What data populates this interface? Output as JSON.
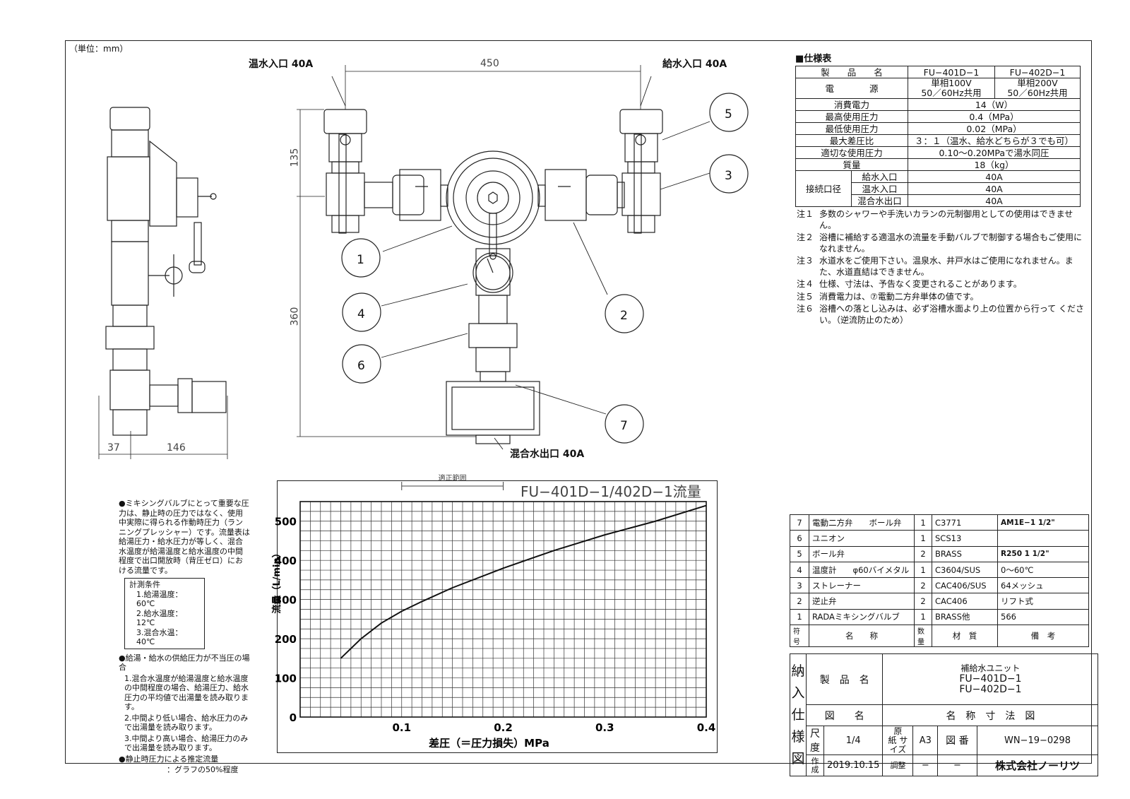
{
  "unit_label": "（単位：mm）",
  "drawing": {
    "hot_inlet": "温水入口 40A",
    "cold_inlet": "給水入口 40A",
    "mixed_outlet": "混合水出口 40A",
    "dim_450": "450",
    "dim_135": "135",
    "dim_360": "360",
    "dim_37": "37",
    "dim_146": "146",
    "balloons": [
      "1",
      "2",
      "3",
      "4",
      "5",
      "6",
      "7"
    ]
  },
  "spec": {
    "title": "■仕様表",
    "header": [
      "製　　品　　名",
      "FU−401D−1",
      "FU−402D−1"
    ],
    "power_label": "電　　　　源",
    "power_401": [
      "単相100V",
      "50／60Hz共用"
    ],
    "power_402": [
      "単相200V",
      "50／60Hz共用"
    ],
    "rows": [
      {
        "label": "消費電力",
        "value": "14（W）"
      },
      {
        "label": "最高使用圧力",
        "value": "0.4（MPa）"
      },
      {
        "label": "最低使用圧力",
        "value": "0.02（MPa）"
      },
      {
        "label": "最大差圧比",
        "value": "３：１（温水、給水どちらが３でも可）"
      },
      {
        "label": "適切な使用圧力",
        "value": "0.10〜0.20MPaで湯水同圧"
      },
      {
        "label": "質量",
        "value": "18（kg）"
      }
    ],
    "conn_label": "接続口径",
    "conn_rows": [
      {
        "label": "給水入口",
        "value": "40A"
      },
      {
        "label": "温水入口",
        "value": "40A"
      },
      {
        "label": "混合水出口",
        "value": "40A"
      }
    ]
  },
  "notes": [
    {
      "k": "注１",
      "t": "多数のシャワーや手洗いカランの元制御用としての使用はできません。"
    },
    {
      "k": "注２",
      "t": "浴槽に補給する適温水の流量を手動バルブで制御する場合もご使用になれません。"
    },
    {
      "k": "注３",
      "t": "水道水をご使用下さい。温泉水、井戸水はご使用になれません。また、水道直結はできません。"
    },
    {
      "k": "注４",
      "t": "仕様、寸法は、予告なく変更されることがあります。"
    },
    {
      "k": "注５",
      "t": "消費電力は、⑦電動二方弁単体の値です。"
    },
    {
      "k": "注６",
      "t": "浴槽への落とし込みは、必ず浴槽水面より上の位置から行って ください。（逆流防止のため）"
    }
  ],
  "parts": {
    "rows": [
      [
        "7",
        "電動二方弁　　ボール弁",
        "1",
        "C3771",
        "AM1E−1 1/2\""
      ],
      [
        "6",
        "ユニオン",
        "1",
        "SCS13",
        ""
      ],
      [
        "5",
        "ボール弁",
        "2",
        "BRASS",
        "R250 1 1/2\""
      ],
      [
        "4",
        "温度計　　φ60バイメタル",
        "1",
        "C3604/SUS",
        "0〜60℃"
      ],
      [
        "3",
        "ストレーナー",
        "2",
        "CAC406/SUS",
        "64メッシュ"
      ],
      [
        "2",
        "逆止弁",
        "2",
        "CAC406",
        "リフト式"
      ],
      [
        "1",
        "RADAミキシングバルブ",
        "1",
        "BRASS他",
        "566"
      ]
    ],
    "header": [
      "符号",
      "名　　称",
      "数量",
      "材　質",
      "備　考"
    ]
  },
  "title_block": {
    "side": [
      "納",
      "入",
      "仕",
      "様",
      "図"
    ],
    "product_name_label": "製　品　名",
    "product_type": "補給水ユニット",
    "product_models": [
      "FU−401D−1",
      "FU−402D−1"
    ],
    "drawing_name_label": "図　　名",
    "drawing_name": "名　称　寸　法　図",
    "scale_label": "尺 度",
    "scale": "1/4",
    "paper_label": "原　紙 サイズ",
    "paper": "A3",
    "drawing_no_label": "図 番",
    "drawing_no": "WN−19−0298",
    "created_label": "作成",
    "created": "2019.10.15",
    "adjusted_label": "調整",
    "adjusted": "−",
    "dash": "−",
    "company": "株式会社ノーリツ"
  },
  "left_notes": {
    "p1": "●ミキシングバルブにとって重要な圧力は、静止時の圧力ではなく、使用中実際に得られる作動時圧力（ランニングプレッシャー）です。流量表は給湯圧力・給水圧力が等しく、混合水温度が給湯温度と給水温度の中間程度で出口開放時（背圧ゼロ）における流量です。",
    "cond_title": "計測条件",
    "cond": [
      "1.給湯温度：60℃",
      "2.給水温度：12℃",
      "3.混合水温：40℃"
    ],
    "p2": "●給湯・給水の供給圧力が不当圧の場合",
    "p2_items": [
      "1.混合水温度が給湯温度と給水温度の中間程度の場合、給湯圧力、給水圧力の平均値で出湯量を読み取ります。",
      "2.中間より低い場合、給水圧力のみで出湯量を読み取ります。",
      "3.中間より高い場合、給湯圧力のみで出湯量を読み取ります。"
    ],
    "p3": "●静止時圧力による推定流量",
    "p3_sub": "：グラフの50%程度"
  },
  "chart_data": {
    "type": "line",
    "title": "FU−401D−1/402D−1流量",
    "xlabel": "差圧（＝圧力損失）MPa",
    "ylabel": "流量（L/min）",
    "xlim": [
      0,
      0.4
    ],
    "ylim": [
      0,
      550
    ],
    "xticks": [
      "0.1",
      "0.2",
      "0.3",
      "0.4"
    ],
    "yticks": [
      "0",
      "100",
      "200",
      "300",
      "400",
      "500"
    ],
    "range_label": "適正範囲",
    "range": [
      0.1,
      0.2
    ],
    "grid": true,
    "series": [
      {
        "x": [
          0.04,
          0.06,
          0.08,
          0.1,
          0.12,
          0.15,
          0.2,
          0.25,
          0.3,
          0.35,
          0.4
        ],
        "y": [
          150,
          200,
          240,
          270,
          295,
          330,
          380,
          425,
          465,
          500,
          540
        ]
      }
    ]
  },
  "colors": {
    "line": "#111111",
    "text_gray": "#444444"
  }
}
